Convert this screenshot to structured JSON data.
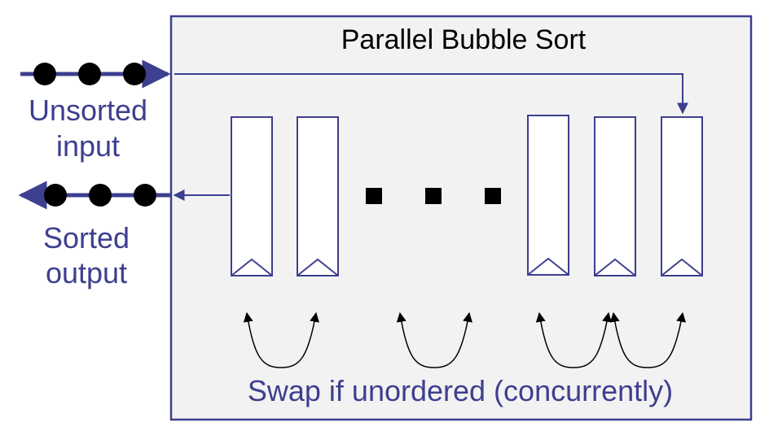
{
  "title": "Parallel Bubble Sort",
  "input_label_line1": "Unsorted",
  "input_label_line2": "input",
  "output_label_line1": "Sorted",
  "output_label_line2": "output",
  "swap_label": "Swap if unordered (concurrently)",
  "colors": {
    "accent": "#3d3f8f",
    "box_fill": "#f2f2f2",
    "box_stroke": "#3d3f8f",
    "register_stroke": "#3d3f8f",
    "dot": "#000000"
  }
}
